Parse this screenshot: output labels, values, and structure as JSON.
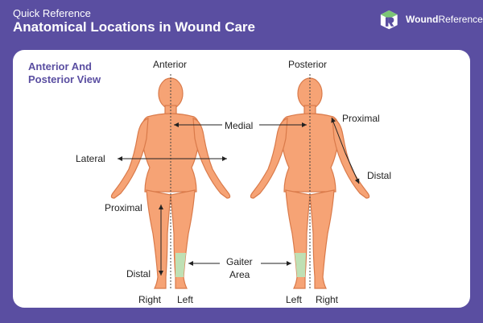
{
  "header": {
    "subtitle": "Quick Reference",
    "title": "Anatomical Locations in Wound Care",
    "brand_bold": "Wound",
    "brand_light": "Reference"
  },
  "section_title": "Anterior And Posterior View",
  "labels": {
    "anterior": "Anterior",
    "posterior": "Posterior",
    "medial": "Medial",
    "lateral": "Lateral",
    "proximal_left": "Proximal",
    "proximal_right": "Proximal",
    "distal_left": "Distal",
    "distal_right": "Distal",
    "gaiter_area": "Gaiter",
    "gaiter_area_2": "Area",
    "front_right": "Right",
    "front_left": "Left",
    "back_left": "Left",
    "back_right": "Right"
  },
  "colors": {
    "header_bg": "#5a4ea1",
    "skin": "#f6a375",
    "skin_outline": "#d97a4a",
    "gaiter": "#bfe0b4",
    "text": "#222222",
    "accent": "#5a4ea1"
  },
  "icons": {
    "brand": "wound-reference-logo-icon"
  }
}
